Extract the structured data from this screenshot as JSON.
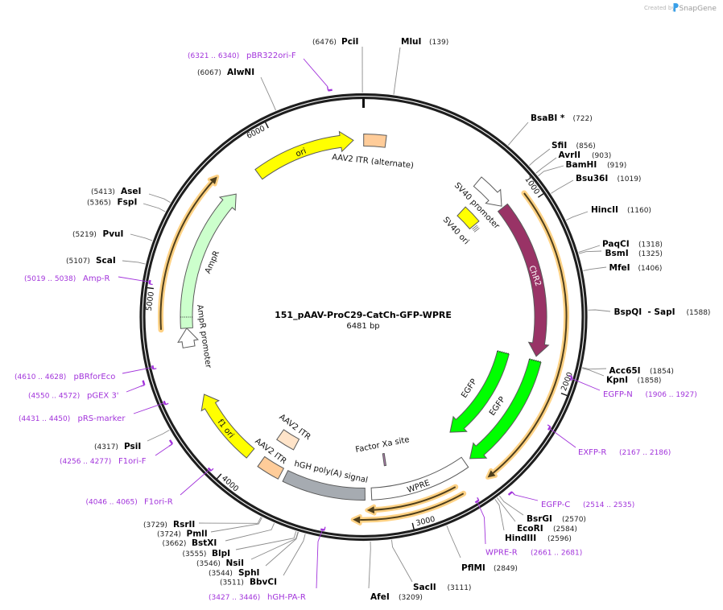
{
  "watermark": {
    "prefix": "Created by",
    "brand": "SnapGene",
    "logo_icon": "snapgene-logo-icon"
  },
  "map": {
    "title": "151_pAAV-ProC29-CatCh-GFP-WPRE",
    "length_label": "6481 bp",
    "length_bp": 6481,
    "colors": {
      "ring": "#1E1E1E",
      "site_line": "#8C8C8C",
      "primer": "#A234DB",
      "feature_stroke": "#5A5A5A",
      "orf_glow": "#FFD285",
      "orf_line": "#4E3F1C",
      "tick": "#111111"
    },
    "ticks": [
      {
        "bp": 1000,
        "label": "1000"
      },
      {
        "bp": 2000,
        "label": "2000"
      },
      {
        "bp": 3000,
        "label": "3000"
      },
      {
        "bp": 4000,
        "label": "4000"
      },
      {
        "bp": 5000,
        "label": "5000"
      },
      {
        "bp": 6000,
        "label": "6000"
      }
    ],
    "features": [
      {
        "name": "AAV2 ITR (alternate)",
        "label": "AAV2 ITR (alternate)",
        "start": 1,
        "end": 130,
        "track": "outer",
        "arrow": false,
        "color": "#FFCC99"
      },
      {
        "name": "SV40 promoter",
        "label": "SV40 promoter",
        "start": 722,
        "end": 922,
        "track": "outer",
        "arrow": true,
        "color": "#FFFFFF"
      },
      {
        "name": "SV40 ori",
        "label": "SV40 ori",
        "start": 770,
        "end": 905,
        "track": "inner",
        "arrow": false,
        "color": "#FFFF00",
        "truncated_end": true
      },
      {
        "name": "ChR2",
        "label": "ChR2",
        "start": 933,
        "end": 1851,
        "track": "outer",
        "arrow": true,
        "color": "#993366"
      },
      {
        "name": "EGFP",
        "label": "EGFP",
        "start": 1876,
        "end": 2576,
        "track": "outer",
        "arrow": true,
        "color": "#00FF00",
        "truncated_start": true
      },
      {
        "name": "EGFP",
        "label": "EGFP",
        "start": 1876,
        "end": 2576,
        "track": "inner",
        "arrow": true,
        "color": "#00FF00",
        "truncated_start": true
      },
      {
        "name": "WPRE",
        "label": "WPRE",
        "start": 2612,
        "end": 3194,
        "track": "outer",
        "arrow": false,
        "color": "#FFFFFF"
      },
      {
        "name": "Factor Xa site",
        "label": "Factor Xa site",
        "start": 3085,
        "end": 3097,
        "track": "inner",
        "arrow": false,
        "color": "#B07CB0"
      },
      {
        "name": "hGH poly(A) signal",
        "label": "hGH poly(A) signal",
        "start": 3232,
        "end": 3712,
        "track": "outer",
        "arrow": false,
        "color": "#A6ABB1"
      },
      {
        "name": "AAV2 ITR",
        "label": "AAV2 ITR",
        "start": 3741,
        "end": 3876,
        "track": "outer",
        "arrow": false,
        "color": "#FFCC99"
      },
      {
        "name": "AAV2 ITR",
        "label": "AAV2 ITR",
        "start": 3741,
        "end": 3876,
        "track": "inner",
        "arrow": false,
        "color": "#FFE4C9"
      },
      {
        "name": "f1 ori",
        "label": "f1 ori",
        "start": 3955,
        "end": 4395,
        "track": "outer",
        "arrow": true,
        "color": "#FFFF00"
      },
      {
        "name": "AmpR promoter",
        "label": "AmpR promoter",
        "start": 4686,
        "end": 4796,
        "track": "outer",
        "arrow": true,
        "color": "#FFFFFF"
      },
      {
        "name": "AmpR",
        "label": "AmpR",
        "start": 4796,
        "end": 5653,
        "track": "outer",
        "arrow": true,
        "color": "#CCFFCC",
        "divider_bp": 4861
      },
      {
        "name": "ori",
        "label": "ori",
        "start": 5828,
        "end": 6422,
        "track": "outer",
        "arrow": true,
        "color": "#FFFF00"
      }
    ],
    "orfs": [
      {
        "start": 942,
        "end": 2562,
        "track": "orf",
        "direction": "forward"
      },
      {
        "start": 2709,
        "end": 3295,
        "track": "orf",
        "direction": "forward"
      },
      {
        "start": 2729,
        "end": 3222,
        "track": "orf-inner",
        "direction": "forward"
      },
      {
        "start": 4796,
        "end": 5650,
        "track": "orf",
        "direction": "forward"
      }
    ],
    "sites": [
      {
        "name": "PciI",
        "pos": "(6476)",
        "bp": 6476
      },
      {
        "name": "MluI",
        "pos": "(139)",
        "bp": 139
      },
      {
        "name": "AlwNI",
        "pos": "(6067)",
        "bp": 6067
      },
      {
        "name": "BsaBI *",
        "pos": "(722)",
        "bp": 722
      },
      {
        "name": "SfiI",
        "pos": "(856)",
        "bp": 856
      },
      {
        "name": "AvrII",
        "pos": "(903)",
        "bp": 903
      },
      {
        "name": "BamHI",
        "pos": "(919)",
        "bp": 919
      },
      {
        "name": "Bsu36I",
        "pos": "(1019)",
        "bp": 1019
      },
      {
        "name": "HincII",
        "pos": "(1160)",
        "bp": 1160
      },
      {
        "name": "PaqCI",
        "pos": "(1318)",
        "bp": 1318
      },
      {
        "name": "BsmI",
        "pos": "(1325)",
        "bp": 1325
      },
      {
        "name": "MfeI",
        "pos": "(1406)",
        "bp": 1406
      },
      {
        "name": "BspQI  - SapI",
        "pos": "(1588)",
        "bp": 1588
      },
      {
        "name": "Acc65I",
        "pos": "(1854)",
        "bp": 1854
      },
      {
        "name": "KpnI",
        "pos": "(1858)",
        "bp": 1858
      },
      {
        "name": "BsrGI",
        "pos": "(2570)",
        "bp": 2570
      },
      {
        "name": "EcoRI",
        "pos": "(2584)",
        "bp": 2584
      },
      {
        "name": "HindIII",
        "pos": "(2596)",
        "bp": 2596
      },
      {
        "name": "PflMI",
        "pos": "(2849)",
        "bp": 2849
      },
      {
        "name": "SacII",
        "pos": "(3111)",
        "bp": 3111
      },
      {
        "name": "AfeI",
        "pos": "(3209)",
        "bp": 3209
      },
      {
        "name": "BbvCI",
        "pos": "(3511)",
        "bp": 3511
      },
      {
        "name": "SphI",
        "pos": "(3544)",
        "bp": 3544
      },
      {
        "name": "NsiI",
        "pos": "(3546)",
        "bp": 3546
      },
      {
        "name": "BlpI",
        "pos": "(3555)",
        "bp": 3555
      },
      {
        "name": "BstXI",
        "pos": "(3662)",
        "bp": 3662
      },
      {
        "name": "PmlI",
        "pos": "(3724)",
        "bp": 3724
      },
      {
        "name": "RsrII",
        "pos": "(3729)",
        "bp": 3729
      },
      {
        "name": "PsiI",
        "pos": "(4317)",
        "bp": 4317
      },
      {
        "name": "ScaI",
        "pos": "(5107)",
        "bp": 5107
      },
      {
        "name": "PvuI",
        "pos": "(5219)",
        "bp": 5219
      },
      {
        "name": "FspI",
        "pos": "(5365)",
        "bp": 5365
      },
      {
        "name": "AseI",
        "pos": "(5413)",
        "bp": 5413
      }
    ],
    "primers": [
      {
        "name": "pBR322ori-F",
        "range": "(6321 .. 6340)",
        "start": 6321,
        "end": 6340,
        "side": "outer"
      },
      {
        "name": "Amp-R",
        "range": "(5019 .. 5038)",
        "start": 5019,
        "end": 5038,
        "side": "inner"
      },
      {
        "name": "pBRforEco",
        "range": "(4610 .. 4628)",
        "start": 4610,
        "end": 4628,
        "side": "inner"
      },
      {
        "name": "pGEX 3'",
        "range": "(4550 .. 4572)",
        "start": 4550,
        "end": 4572,
        "side": "outer"
      },
      {
        "name": "pRS-marker",
        "range": "(4431 .. 4450)",
        "start": 4431,
        "end": 4450,
        "side": "inner"
      },
      {
        "name": "F1ori-F",
        "range": "(4256 .. 4277)",
        "start": 4256,
        "end": 4277,
        "side": "outer"
      },
      {
        "name": "F1ori-R",
        "range": "(4046 .. 4065)",
        "start": 4046,
        "end": 4065,
        "side": "inner"
      },
      {
        "name": "hGH-PA-R",
        "range": "(3427 .. 3446)",
        "start": 3427,
        "end": 3446,
        "side": "inner"
      },
      {
        "name": "EGFP-N",
        "range": "(1906 .. 1927)",
        "start": 1906,
        "end": 1927,
        "side": "inner"
      },
      {
        "name": "EXFP-R",
        "range": "(2167 .. 2186)",
        "start": 2167,
        "end": 2186,
        "side": "inner"
      },
      {
        "name": "EGFP-C",
        "range": "(2514 .. 2535)",
        "start": 2514,
        "end": 2535,
        "side": "outer"
      },
      {
        "name": "WPRE-R",
        "range": "(2661 .. 2681)",
        "start": 2661,
        "end": 2681,
        "side": "inner"
      }
    ]
  }
}
